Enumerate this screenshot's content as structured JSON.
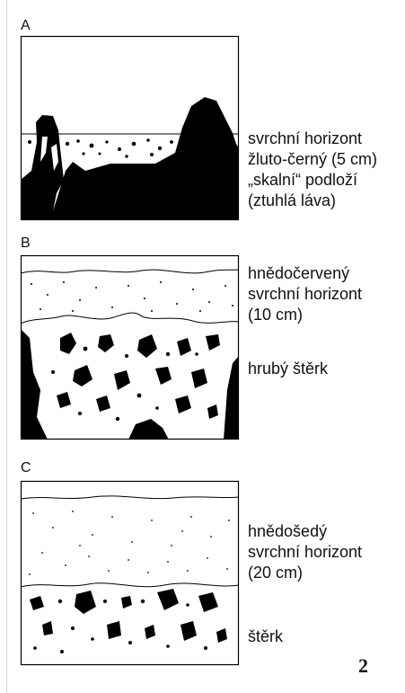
{
  "panels": [
    {
      "letter": "A",
      "labels": [
        "svrchní horizont",
        "žluto-černý (5 cm)",
        "„skalní“ podloží",
        "(ztuhlá láva)"
      ]
    },
    {
      "letter": "B",
      "labels": [
        "hnědočervený",
        "svrchní horizont",
        "(10 cm)",
        "hrubý štěrk"
      ]
    },
    {
      "letter": "C",
      "labels": [
        "hnědošedý",
        "svrchní horizont",
        "(20 cm)",
        "štěrk"
      ]
    }
  ],
  "figure_number": "2"
}
